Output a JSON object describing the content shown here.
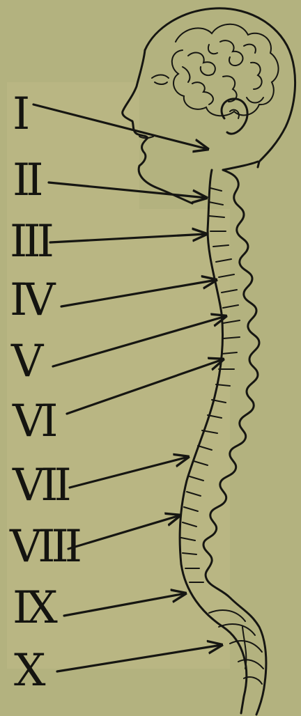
{
  "labels": [
    {
      "id": "I",
      "text": "I"
    },
    {
      "id": "II",
      "text": "II"
    },
    {
      "id": "III",
      "text": "III"
    },
    {
      "id": "IV",
      "text": "IV"
    },
    {
      "id": "V",
      "text": "V"
    },
    {
      "id": "VI",
      "text": "VI"
    },
    {
      "id": "VII",
      "text": "VII"
    },
    {
      "id": "VIII",
      "text": "VIII"
    },
    {
      "id": "IX",
      "text": "IX"
    },
    {
      "id": "X",
      "text": "X"
    }
  ],
  "colors": {
    "background": "#b3b27f",
    "panel": "#c2bd8c",
    "ink": "#161612"
  }
}
